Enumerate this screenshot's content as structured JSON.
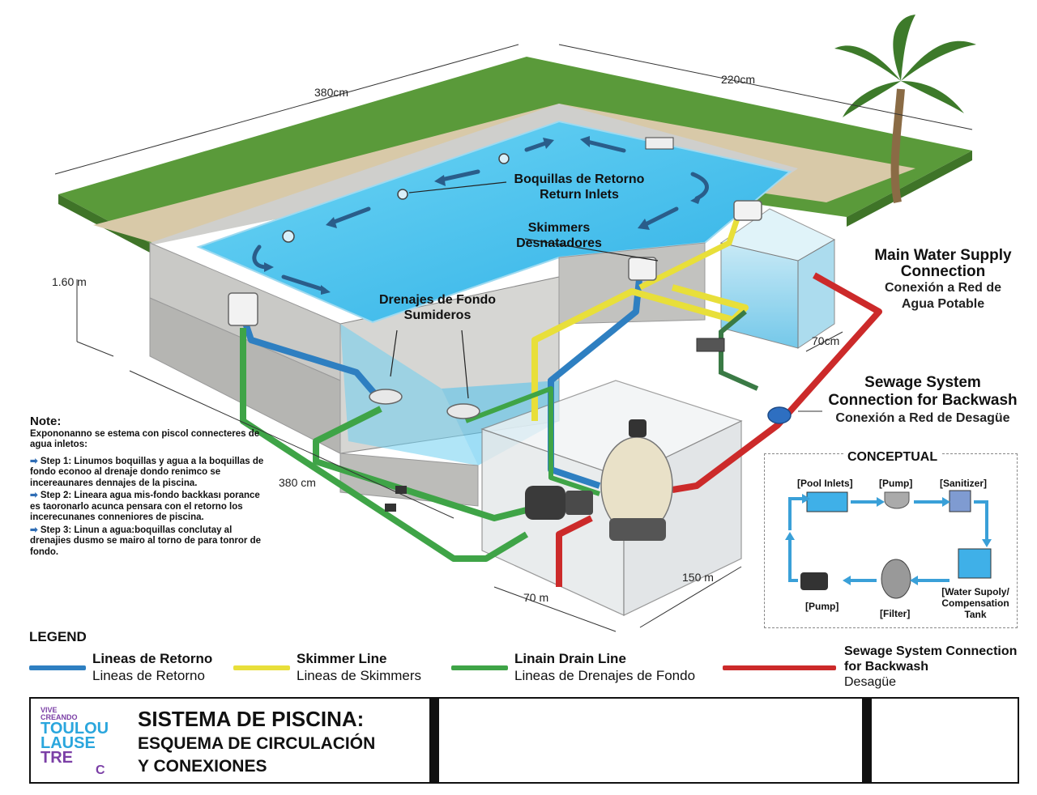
{
  "dimensions": {
    "top_left": "380cm",
    "top_right": "220cm",
    "depth": "1.60 m",
    "bottom_left": "380 cm",
    "tank_width": "70cm",
    "equip_width": "70 m",
    "equip_length": "150 m"
  },
  "pool_labels": {
    "return_es": "Boquillas de Retorno",
    "return_en": "Return Inlets",
    "skimmers_en": "Skimmers",
    "skimmers_es": "Desnatadores",
    "drains_1": "Drenajes de Fondo",
    "drains_2": "Sumideros"
  },
  "callouts": {
    "supply_1": "Main Water Supply",
    "supply_2": "Connection",
    "supply_3": "Conexión a Red de",
    "supply_4": "Agua Potable",
    "sewage_1": "Sewage System",
    "sewage_2": "Connection for Backwash",
    "sewage_3": "Conexión a Red de Desagüe"
  },
  "note": {
    "title": "Note:",
    "intro": "Expononanno se estema con piscol connecteres de agua inletos:",
    "step1": "Step 1: Linumos boquillas y agua a la boquillas de fondo econoo al drenaje dondo renimco se incereaunares dennajes de la piscina.",
    "step2": "Step 2: Lineara agua mis-fondo backkası porance es taoronarlo acunca pensara con el retorno los incerecunanes conneniores de piscina.",
    "step3": "Step 3: Linun a agua:boquillas conclutay al drenajies dusmo se mairo al torno de para tonror de fondo."
  },
  "conceptual": {
    "title": "CONCEPTUAL",
    "pool_inlets": "[Pool Inlets]",
    "pump_top": "[Pump]",
    "sanitizer": "[Sanitizer]",
    "tank_1": "[Water Supoly/",
    "tank_2": "Compensation",
    "tank_3": "Tank",
    "filter": "[Filter]",
    "pump_bottom": "[Pump]"
  },
  "legend": {
    "title": "LEGEND",
    "items": [
      {
        "line1": "Lineas de Retorno",
        "line2": "Lineas de Retorno",
        "color": "#2e7fc1"
      },
      {
        "line1": "Skimmer Line",
        "line2": "Lineas de Skimmers",
        "color": "#e8df3a"
      },
      {
        "line1": "Linain Drain Line",
        "line2": "Lineas de Drenajes de Fondo",
        "color": "#3fa447"
      },
      {
        "line1": "Sewage System Connection",
        "line2": "for Backwash",
        "line3": "Desagüe",
        "color": "#cc2a2a"
      }
    ]
  },
  "titlebox": {
    "logo_small_1": "VIVE",
    "logo_small_2": "CREANDO",
    "logo_1": "TOULOU",
    "logo_2": "LAUSE",
    "logo_3": "TRE",
    "logo_4": "C",
    "title_1": "SISTEMA DE PISCINA:",
    "title_2": "ESQUEMA DE CIRCULACIÓN",
    "title_3": "Y CONEXIONES"
  },
  "colors": {
    "return": "#2e7fc1",
    "skimmer": "#e8df3a",
    "drain": "#3fa447",
    "sewage": "#cc2a2a",
    "water": "#4fc3ee",
    "grass": "#5a9a3a",
    "concrete": "#c9c9c6",
    "logo_purple": "#7b3fa6",
    "logo_blue": "#2aa6dd"
  }
}
